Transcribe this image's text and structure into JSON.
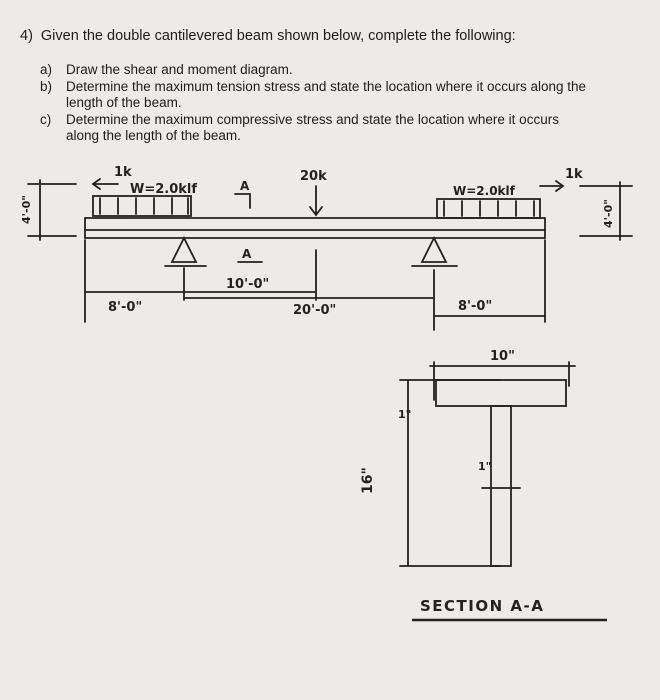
{
  "question": {
    "number": "4)",
    "prompt": "Given the double cantilevered beam shown below, complete the following:",
    "items": [
      {
        "label": "a)",
        "text": "Draw the shear and moment diagram."
      },
      {
        "label": "b)",
        "text": "Determine the maximum tension stress and state the location where it occurs along the length of the beam."
      },
      {
        "label": "c)",
        "text": "Determine the maximum compressive stress and state the location where it occurs along the length of the beam."
      }
    ]
  },
  "beam": {
    "load_left_point": "1k",
    "load_left_dist": "W=2.0klf",
    "load_center": "20k",
    "load_right_dist": "W=2.0klf",
    "load_right_point": "1k",
    "section_mark_top": "A",
    "section_mark_bottom": "A",
    "height_left": "4'-0\"",
    "height_right": "4'-0\"",
    "dim_left": "8'-0\"",
    "dim_center_a": "10'-0\"",
    "dim_center": "20'-0\"",
    "dim_right": "8'-0\""
  },
  "section": {
    "flange_width": "10\"",
    "flange_thick": "1\"",
    "web_thick": "1\"",
    "depth": "16\"",
    "title": "SECTION A-A"
  }
}
